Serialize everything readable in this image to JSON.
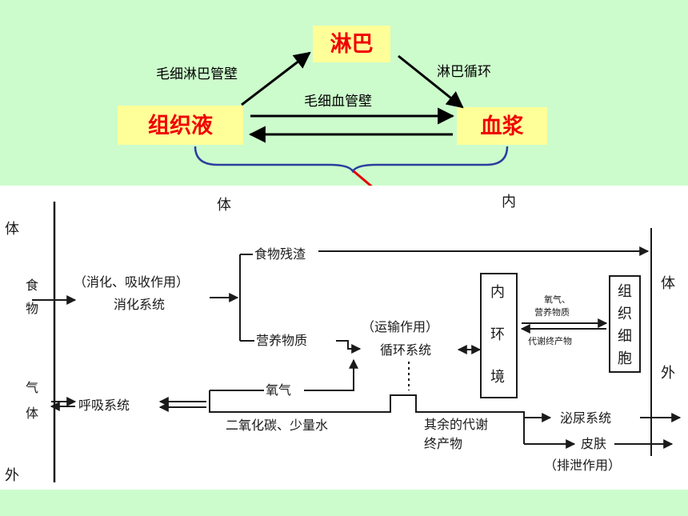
{
  "top": {
    "nodes": {
      "lymph": "淋巴",
      "tissue_fluid": "组织液",
      "plasma": "血浆"
    },
    "edges": {
      "tissue_to_lymph": "毛细淋巴管壁",
      "lymph_to_plasma": "淋巴循环",
      "tissue_plasma": "毛细血管壁"
    },
    "colors": {
      "node_fill": "#ffff99",
      "node_text": "#f00000",
      "brace": "#2c3e9e",
      "pointer_arrow": "#e00000"
    }
  },
  "bottom": {
    "header": {
      "body": "体",
      "inside": "内"
    },
    "left_side": {
      "c1": "体",
      "c2": "外"
    },
    "right_side": {
      "c1": "体",
      "c2": "外"
    },
    "food": {
      "c1": "食",
      "c2": "物"
    },
    "gas": {
      "c1": "气",
      "c2": "体"
    },
    "digestion_action": "（消化、吸收作用）",
    "digestion_system": "消化系统",
    "food_residue": "食物残渣",
    "nutrients": "营养物质",
    "transport_action": "（运输作用）",
    "circulatory_system": "循环系统",
    "respiratory_system": "呼吸系统",
    "oxygen": "氧气",
    "co2_water": "二氧化碳、少量水",
    "other_waste": {
      "l1": "其余的代谢",
      "l2": "终产物"
    },
    "urinary_system": "泌尿系统",
    "skin": "皮肤",
    "excretion_action": "（排泄作用）",
    "internal_env": {
      "c1": "内",
      "c2": "环",
      "c3": "境"
    },
    "exchange": {
      "top1": "氧气、",
      "top2": "营养物质",
      "bottom": "代谢终产物"
    },
    "tissue_cells": {
      "c1": "组",
      "c2": "织",
      "c3": "细",
      "c4": "胞"
    }
  }
}
